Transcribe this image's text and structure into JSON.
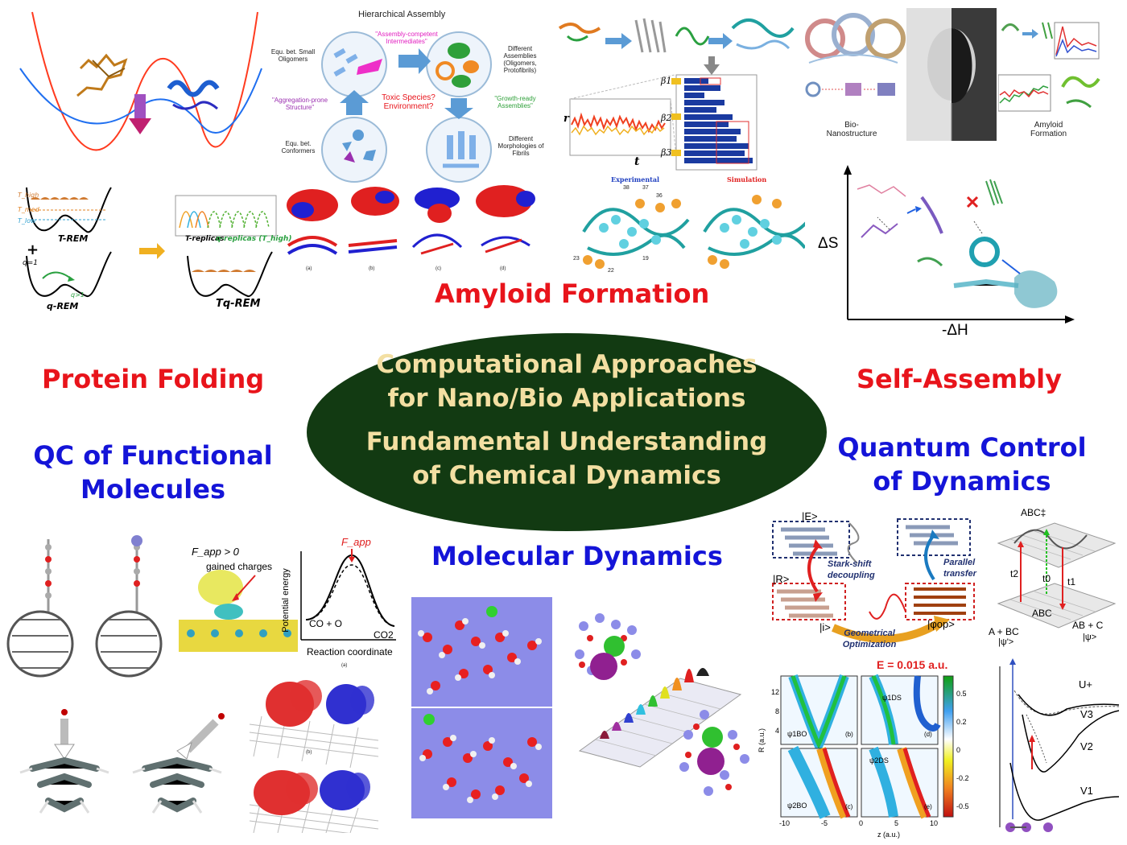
{
  "center": {
    "line1": "Computational Approaches",
    "line2": "for Nano/Bio Applications",
    "line3": "Fundamental Understanding",
    "line4": "of Chemical Dynamics",
    "bg_color": "#123a12",
    "text_color": "#f3dfa2"
  },
  "section_labels": {
    "amyloid": "Amyloid Formation",
    "protein_folding": "Protein Folding",
    "self_assembly": "Self-Assembly",
    "qc_line1": "QC of Functional",
    "qc_line2": "Molecules",
    "quantum_control_line1": "Quantum Control",
    "quantum_control_line2": "of Dynamics",
    "molecular_dynamics": "Molecular Dynamics"
  },
  "colors": {
    "red_label": "#e8141b",
    "blue_label": "#1414d8"
  },
  "hierarchical": {
    "title": "Hierarchical Assembly",
    "equ_small": "Equ. bet. Small Oligomers",
    "assembly_competent": "\"Assembly-competent Intermediates\"",
    "different_assemblies": "Different Assemblies (Oligomers, Protofibrils)",
    "aggregation_prone": "\"Aggregation-prone Structure\"",
    "toxic": "Toxic Species? Environment?",
    "growth_ready": "\"Growth-ready Assemblies\"",
    "equ_conformers": "Equ. bet. Conformers",
    "morphologies": "Different Morphologies of Fibrils"
  },
  "rem": {
    "t_high": "T_high",
    "t_med": "T_med",
    "t_low": "T_low",
    "t_rem": "T-REM",
    "plus": "+",
    "q1": "q=1",
    "q_gt1": "q>1",
    "q_rem": "q-REM",
    "t_replicas": "T-replicas",
    "q_replicas": "q-replicas (T_high)",
    "tq_rem": "Tq-REM"
  },
  "proteins": {
    "a": "(a)",
    "b": "(b)",
    "c": "(c)",
    "d": "(d)"
  },
  "md_traj": {
    "r": "r",
    "t": "t",
    "b1": "β1",
    "b2": "β2",
    "b3": "β3"
  },
  "exp_sim": {
    "experimental": "Experimental",
    "simulation": "Simulation",
    "n38": "38",
    "n37": "37",
    "n36": "36",
    "n23": "23",
    "n22": "22",
    "n19": "19"
  },
  "bio": {
    "bio_nano": "Bio-Nanostructure",
    "amyloid_formation": "Amyloid Formation"
  },
  "ds_dh": {
    "ylabel": "ΔS",
    "xlabel": "-ΔH"
  },
  "qc": {
    "fapp": "F_app > 0",
    "gained": "gained charges",
    "pe_axis": "Potential energy",
    "rc_axis": "Reaction coordinate",
    "fapp_peak": "F_app",
    "co": "CO + O",
    "co2": "CO2",
    "a": "(a)",
    "b": "(b)"
  },
  "qcontrol": {
    "E": "|E>",
    "R": "|R>",
    "i": "|i>",
    "phi_op": "|φop>",
    "stark": "Stark-shift decoupling",
    "parallel": "Parallel transfer",
    "geom": "Geometrical Optimization",
    "abc_top": "ABC‡",
    "abc_bot": "ABC",
    "t2": "t2",
    "t0": "t0",
    "t1": "t1",
    "a_bc": "A + BC",
    "psi_prime": "|ψ'>",
    "ab_c": "AB + C",
    "psi": "|ψ>",
    "e_val": "E = 0.015 a.u.",
    "psi1bo": "ψ1BO",
    "psi1ds": "ψ1DS",
    "psi2bo": "ψ2BO",
    "psi2ds": "ψ2DS",
    "pb": "(b)",
    "pd": "(d)",
    "pc": "(c)",
    "pe": "(e)",
    "r_axis": "R (a.u.)",
    "z_axis": "z (a.u.)",
    "r_ticks": [
      "12",
      "8",
      "4"
    ],
    "z_ticks": [
      "-10",
      "-5",
      "0",
      "5",
      "10"
    ],
    "cb_ticks": [
      "0.5",
      "0.2",
      "0",
      "-0.2",
      "-0.5"
    ],
    "u_plus": "U+",
    "v3": "V3",
    "v2": "V2",
    "v1": "V1"
  }
}
